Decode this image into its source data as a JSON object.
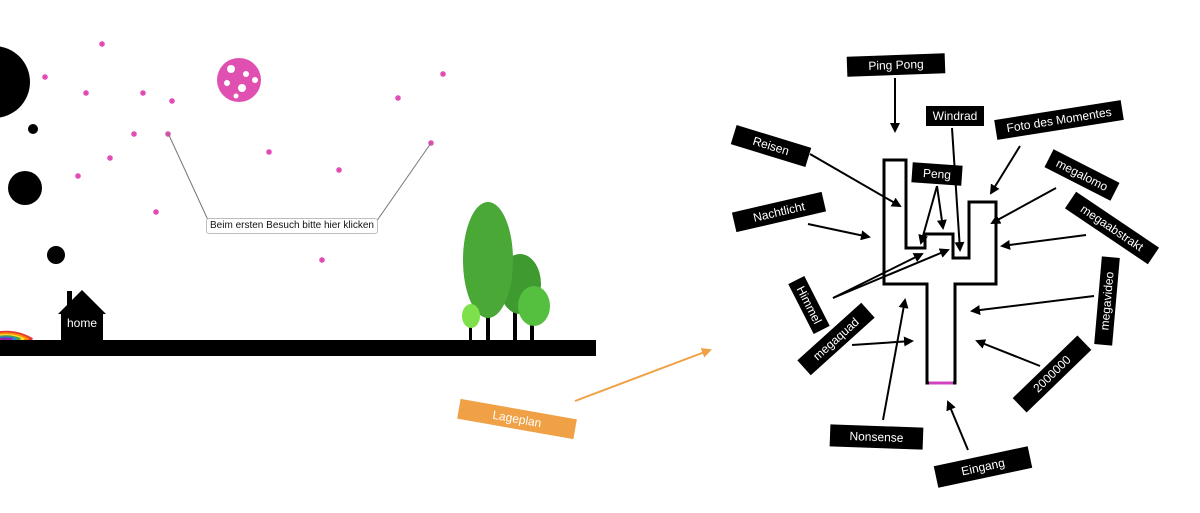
{
  "hint": {
    "text": "Beim ersten Besuch bitte hier klicken"
  },
  "home": {
    "label": "home"
  },
  "lageplan": {
    "label": "Lageplan"
  },
  "map": {
    "ping_pong": "Ping Pong",
    "windrad": "Windrad",
    "foto": "Foto des Momentes",
    "reisen": "Reisen",
    "peng": "Peng",
    "megalomo": "megalomo",
    "nachtlicht": "Nachtlicht",
    "megaabstrakt": "megaabstrakt",
    "himmel": "Himmel",
    "megavideo": "megavideo",
    "megaquad": "megaquad",
    "zahl": "2000000",
    "nonsense": "Nonsense",
    "eingang": "Eingang"
  },
  "colors": {
    "star": "#e040b0",
    "planet": "#e050b0",
    "tree_dark": "#3f9b2f",
    "tree_light": "#55c040",
    "tree_lime": "#7ee04a",
    "orange": "#f0a045",
    "entrance": "#d040c0"
  }
}
